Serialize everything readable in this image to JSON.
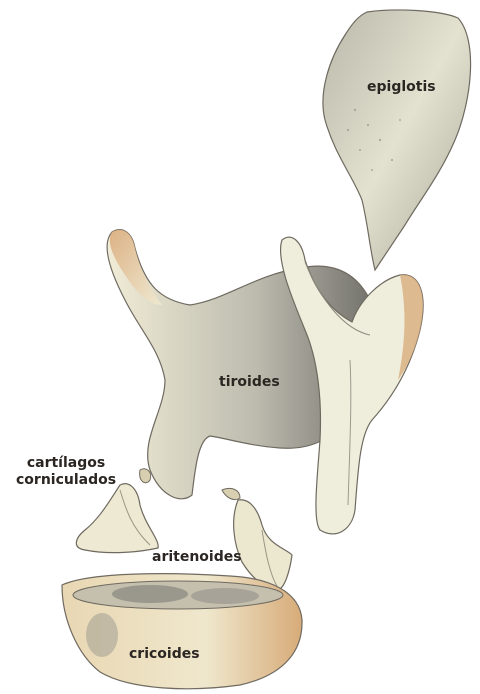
{
  "labels": {
    "epiglotis": "epiglotis",
    "tiroides": "tiroides",
    "corniculados_line1": "cartílagos",
    "corniculados_line2": "corniculados",
    "aritenoides": "aritenoides",
    "cricoides": "cricoides"
  },
  "colors": {
    "cartilage_light": "#ecead6",
    "cartilage_mid": "#d9d6bd",
    "shadow": "#7d7b74",
    "ochre": "#dcb78a",
    "outline": "#6f6a60"
  }
}
